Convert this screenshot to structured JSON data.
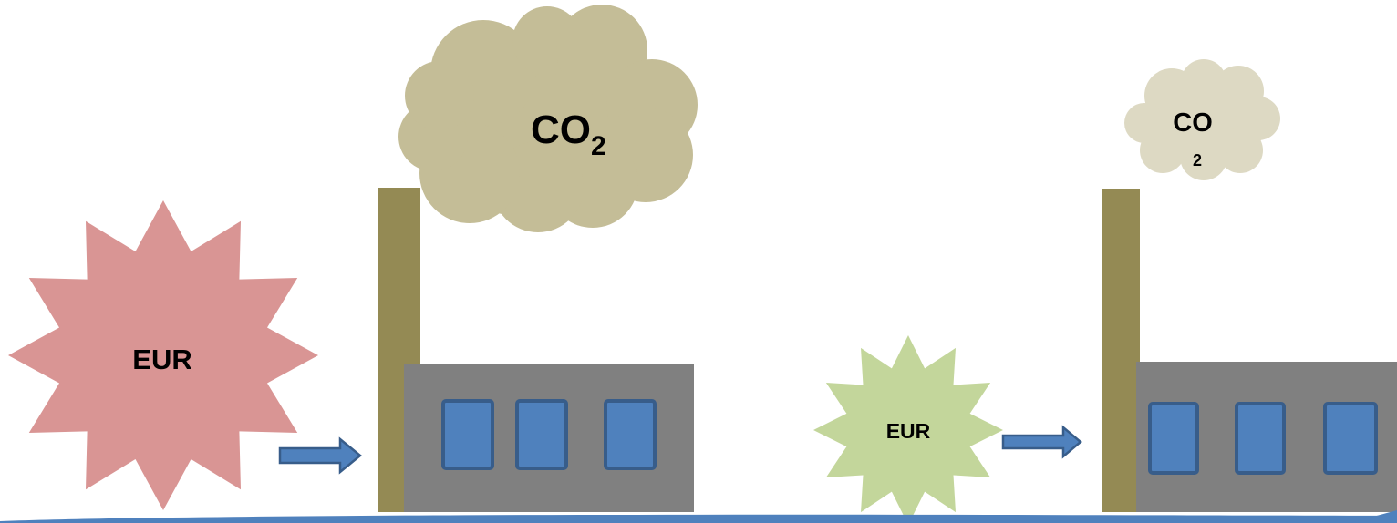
{
  "scenarios": [
    {
      "money_label": "EUR",
      "cloud_label": "CO",
      "cloud_subscript": "2",
      "colors": {
        "money_star": "#D99594",
        "cloud": "#C4BD97"
      }
    },
    {
      "money_label": "EUR",
      "cloud_label": "CO",
      "cloud_subscript": "2",
      "colors": {
        "money_star": "#C3D69B",
        "cloud": "#DDD9C3"
      }
    }
  ],
  "colors": {
    "chimney": "#948A54",
    "factory_body": "#808080",
    "window_fill": "#4F81BD",
    "window_border": "#385D8A",
    "arrow_fill": "#4F81BD",
    "arrow_border": "#385D8A",
    "swoosh": "#4F81BD"
  },
  "icons": {
    "money": "starburst-icon",
    "emission": "cloud-icon",
    "flow": "right-arrow-icon",
    "plant": "factory-icon"
  }
}
